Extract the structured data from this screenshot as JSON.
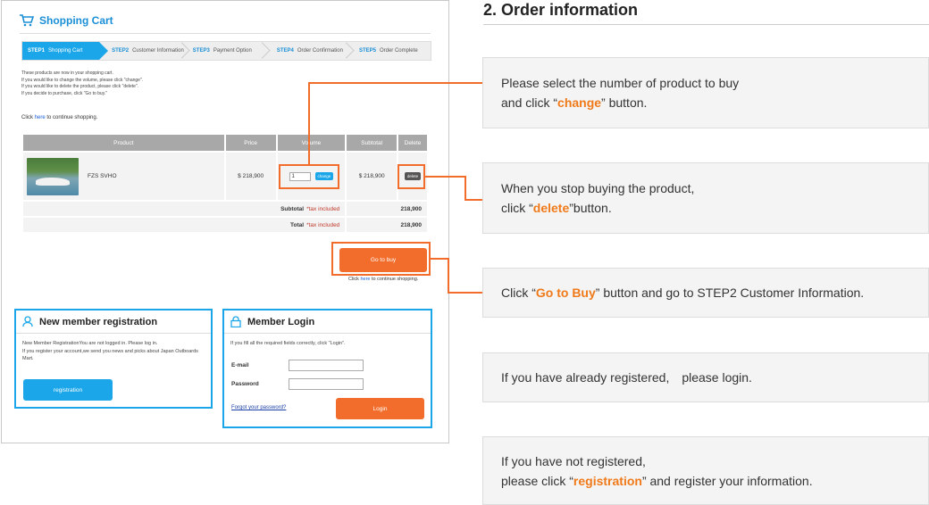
{
  "cart": {
    "title": "Shopping Cart",
    "steps": [
      {
        "num": "STEP1",
        "label": "Shopping Cart"
      },
      {
        "num": "STEP2",
        "label": "Customer Information"
      },
      {
        "num": "STEP3",
        "label": "Payment Option"
      },
      {
        "num": "STEP4",
        "label": "Order Confirmation"
      },
      {
        "num": "STEP5",
        "label": "Order Complete"
      }
    ],
    "intro": [
      "These products are now in your shopping cart.",
      "If you would like to change the volume, please click \"change\".",
      "If you would like to delete the product, please click \"delete\".",
      "If you decide to purchase, click \"Go to buy.\""
    ],
    "continue": {
      "prefix": "Click ",
      "link": "here",
      "suffix": " to continue shopping."
    },
    "table": {
      "headers": [
        "Product",
        "Price",
        "Volume",
        "Subtotal",
        "Delete"
      ],
      "item": {
        "name": "FZS SVHO",
        "price": "$ 218,900",
        "qty": "1",
        "change": "change",
        "subtotal": "$ 218,900",
        "delete": "delete"
      },
      "subtotal": {
        "label": "Subtotal",
        "tax": "*tax included",
        "value": "218,900"
      },
      "total": {
        "label": "Total",
        "tax": "*tax included",
        "value": "218,900"
      }
    },
    "go_to_buy": "Go to buy"
  },
  "new_member": {
    "title": "New member registration",
    "text1": "New Member RegistrationYou are not logged in. Please log in.",
    "text2": "If you register your account,we send you news and picks about Japan Outboards Mart.",
    "button": "registration"
  },
  "login": {
    "title": "Member Login",
    "text": "If you fill all the required fields correctly, click \"Login\".",
    "email_label": "E-mail",
    "password_label": "Password",
    "forgot": "Forgot your password?",
    "button": "Login"
  },
  "info": {
    "title": "2. Order information",
    "notes": {
      "change": {
        "l1": "Please select the number of product to buy",
        "pre": "and click “",
        "kw": "change",
        "post": "” button."
      },
      "delete": {
        "l1": "When you stop buying the product,",
        "pre": "click “",
        "kw": "delete",
        "post": "”button."
      },
      "buy": {
        "pre": "Click “",
        "kw": "Go to Buy",
        "post": "” button and go to STEP2 Customer Information."
      },
      "login": {
        "l1": "If you have already registered,　please login."
      },
      "register": {
        "l1": "If you have not registered,",
        "pre": "please click “",
        "kw": "registration",
        "post": "” and register your information."
      }
    }
  },
  "colors": {
    "accent": "#1aa6e8",
    "highlight": "#f26d2b",
    "keyword": "#f07a1a"
  }
}
